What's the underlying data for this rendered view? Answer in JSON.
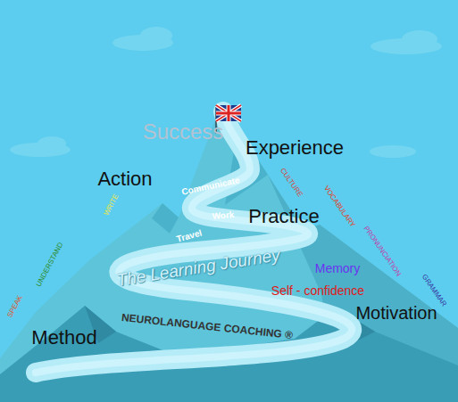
{
  "diagram": {
    "labels": [
      "Success",
      "Experience",
      "Action",
      "Communicate",
      "Work",
      "Practice",
      "Travel",
      "The Learning Journey",
      "Memory",
      "Self - confidence",
      "Motivation",
      "Method",
      "NEUROLANGUAGE COACHING ®",
      "SPEAK",
      "UNDERSTAND",
      "WRITE",
      "CULTURE",
      "VOCABULARY",
      "PRONUNCIATION",
      "GRAMMAR"
    ]
  }
}
